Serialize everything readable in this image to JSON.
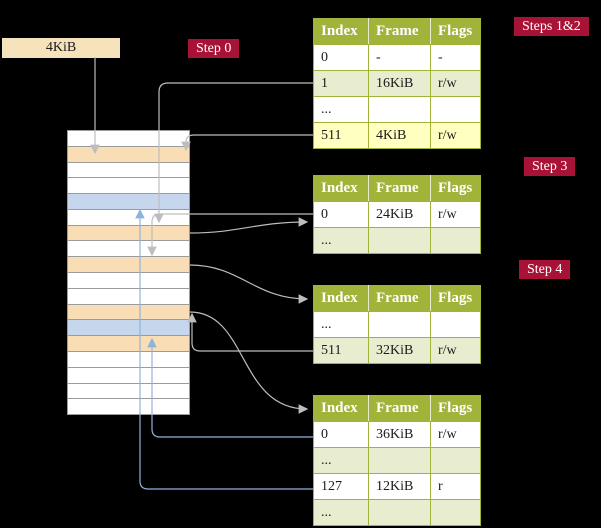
{
  "cr3_box": {
    "label": "4KiB"
  },
  "step_labels": {
    "step0": "Step 0",
    "steps12": "Steps 1&2",
    "step3": "Step 3",
    "step4": "Step 4"
  },
  "table_headers": [
    "Index",
    "Frame",
    "Flags"
  ],
  "page_tables": [
    {
      "name": "page-table-1",
      "headers": [
        "Index",
        "Frame",
        "Flags"
      ],
      "rows": [
        {
          "index": "0",
          "frame": "-",
          "flags": "-",
          "highlight": "none"
        },
        {
          "index": "1",
          "frame": "16KiB",
          "flags": "r/w",
          "highlight": "stripe"
        },
        {
          "index": "...",
          "frame": "",
          "flags": "",
          "highlight": "none"
        },
        {
          "index": "511",
          "frame": "4KiB",
          "flags": "r/w",
          "highlight": "yellow"
        }
      ]
    },
    {
      "name": "page-table-2",
      "headers": [
        "Index",
        "Frame",
        "Flags"
      ],
      "rows": [
        {
          "index": "0",
          "frame": "24KiB",
          "flags": "r/w",
          "highlight": "none"
        },
        {
          "index": "...",
          "frame": "",
          "flags": "",
          "highlight": "stripe"
        }
      ]
    },
    {
      "name": "page-table-3",
      "headers": [
        "Index",
        "Frame",
        "Flags"
      ],
      "rows": [
        {
          "index": "...",
          "frame": "",
          "flags": "",
          "highlight": "none"
        },
        {
          "index": "511",
          "frame": "32KiB",
          "flags": "r/w",
          "highlight": "stripe"
        }
      ]
    },
    {
      "name": "page-table-4",
      "headers": [
        "Index",
        "Frame",
        "Flags"
      ],
      "rows": [
        {
          "index": "0",
          "frame": "36KiB",
          "flags": "r/w",
          "highlight": "none"
        },
        {
          "index": "...",
          "frame": "",
          "flags": "",
          "highlight": "stripe"
        },
        {
          "index": "127",
          "frame": "12KiB",
          "flags": "r",
          "highlight": "none"
        },
        {
          "index": "...",
          "frame": "",
          "flags": "",
          "highlight": "stripe"
        }
      ]
    }
  ],
  "memory_strip": {
    "rows": [
      "white",
      "orange",
      "white",
      "white",
      "blue",
      "white",
      "orange",
      "white",
      "orange",
      "white",
      "white",
      "orange",
      "blue",
      "orange",
      "white",
      "white",
      "white",
      "white"
    ]
  },
  "colors": {
    "label_bg": "#a81236",
    "olive": "#a2b33a",
    "stripe": "#e8edcf",
    "yellow": "#ffffbf",
    "tan": "#f7e3bb",
    "frame_orange": "#f8ddb5",
    "frame_blue": "#c5d6ed",
    "strip_border": "#9b9b9b",
    "arrow_gray": "#bdbdbd",
    "arrow_blue": "#8fb3dc"
  }
}
